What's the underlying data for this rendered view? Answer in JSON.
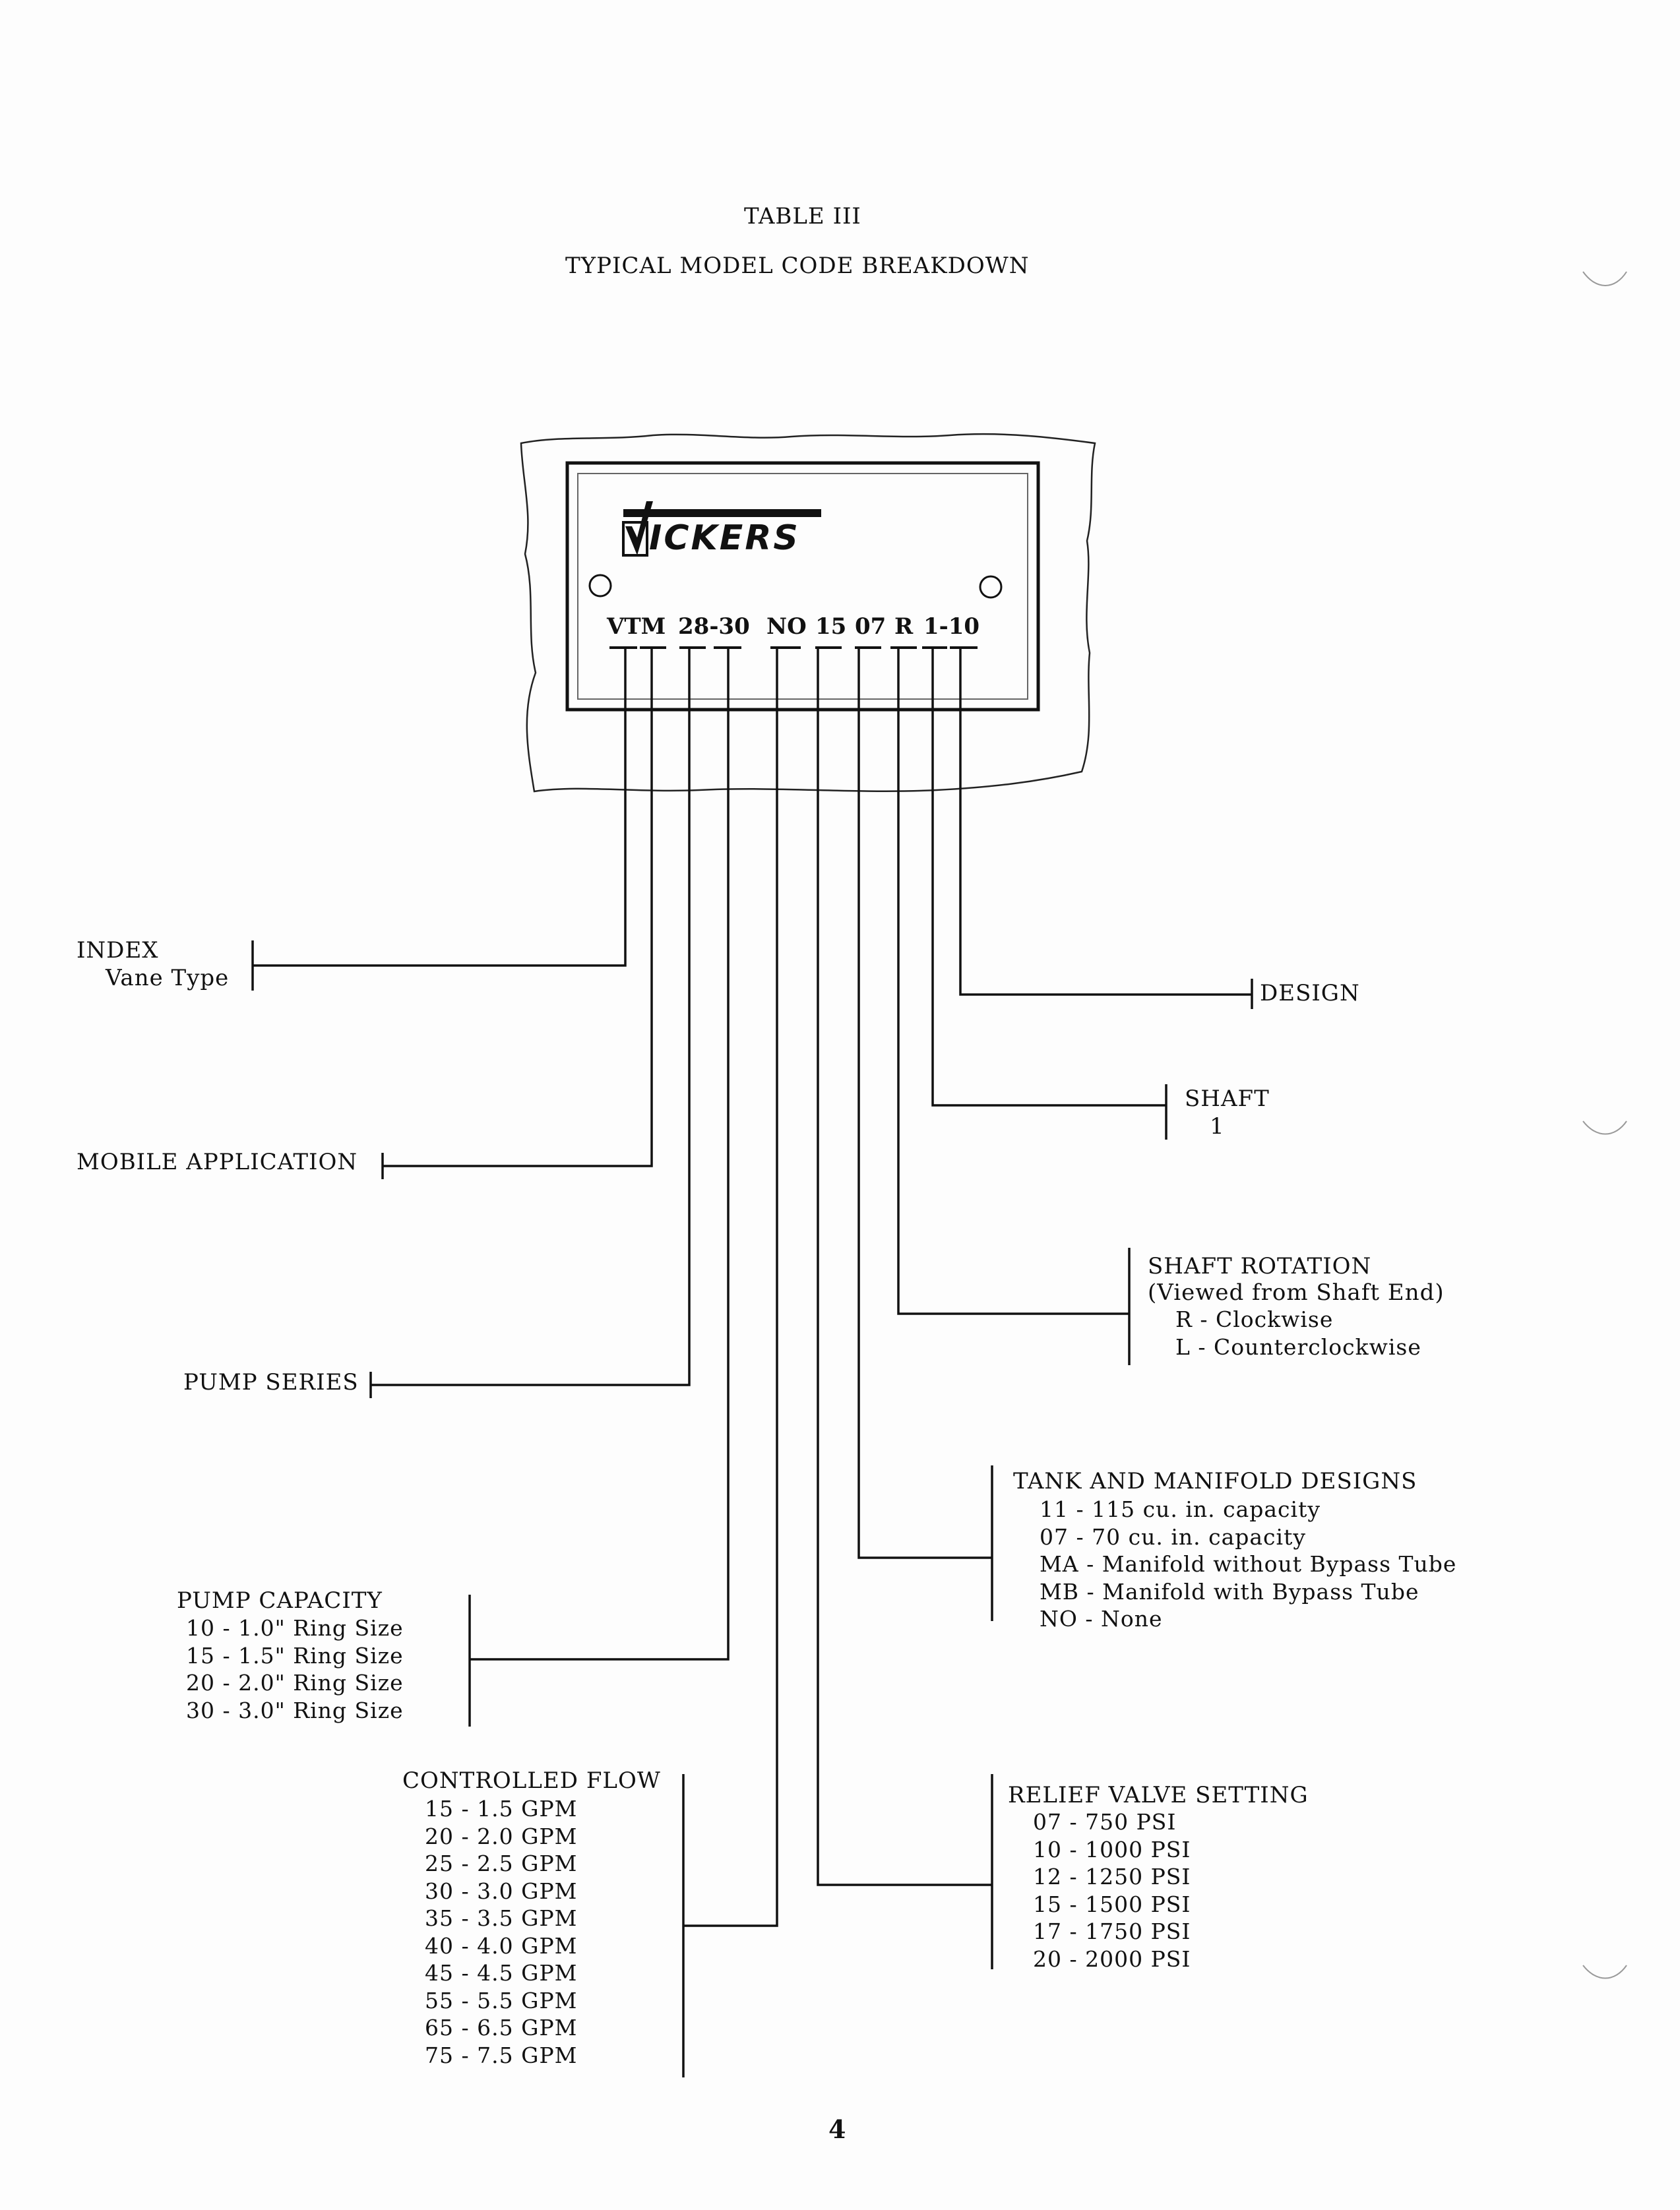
{
  "header": {
    "table_no": "TABLE III",
    "title": "TYPICAL MODEL CODE BREAKDOWN"
  },
  "plate": {
    "brand": "ICKERS",
    "brand_initial": "V",
    "model_code": [
      "VTM",
      "28-30",
      "NO",
      "15",
      "07",
      "R",
      "1-10"
    ]
  },
  "left": {
    "index": {
      "title": "INDEX",
      "sub": "Vane Type"
    },
    "mobile": {
      "title": "MOBILE APPLICATION"
    },
    "series": {
      "title": "PUMP SERIES"
    },
    "capacity": {
      "title": "PUMP CAPACITY",
      "rows": [
        "10 - 1.0\" Ring Size",
        "15 - 1.5\" Ring Size",
        "20 - 2.0\" Ring Size",
        "30 - 3.0\" Ring Size"
      ]
    },
    "flow": {
      "title": "CONTROLLED FLOW",
      "rows": [
        "15 - 1.5 GPM",
        "20 - 2.0 GPM",
        "25 - 2.5 GPM",
        "30 - 3.0 GPM",
        "35 - 3.5 GPM",
        "40 - 4.0 GPM",
        "45 - 4.5 GPM",
        "55 - 5.5 GPM",
        "65 - 6.5 GPM",
        "75 - 7.5 GPM"
      ]
    }
  },
  "right": {
    "design": {
      "title": "DESIGN"
    },
    "shaft": {
      "title": "SHAFT",
      "sub": "1"
    },
    "rotation": {
      "title": "SHAFT ROTATION",
      "sub": "(Viewed from Shaft End)",
      "rows": [
        "R - Clockwise",
        "L - Counterclockwise"
      ]
    },
    "tank": {
      "title": "TANK AND MANIFOLD DESIGNS",
      "rows": [
        "11 - 115 cu. in. capacity",
        "07 - 70 cu. in. capacity",
        "MA - Manifold without Bypass Tube",
        "MB - Manifold with Bypass Tube",
        "NO - None"
      ]
    },
    "relief": {
      "title": "RELIEF VALVE SETTING",
      "rows": [
        "07 - 750 PSI",
        "10 - 1000 PSI",
        "12 - 1250 PSI",
        "15 - 1500 PSI",
        "17 - 1750 PSI",
        "20 - 2000 PSI"
      ]
    }
  },
  "footer": {
    "page_number": "4"
  }
}
